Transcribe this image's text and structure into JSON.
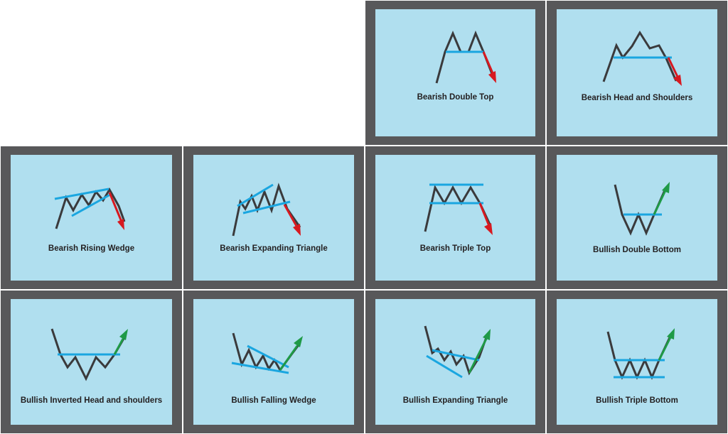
{
  "colors": {
    "frame": "#58585a",
    "panel": "#b0dfef",
    "price_line": "#3a3a3c",
    "support_line": "#1aa6e0",
    "bearish_arrow": "#d71920",
    "bullish_arrow": "#1f9a47",
    "label": "#231f20"
  },
  "patterns": [
    {
      "id": "bearish-double-top",
      "label": "Bearish Double Top",
      "direction": "bearish"
    },
    {
      "id": "bearish-head-and-shoulders",
      "label": "Bearish Head and Shoulders",
      "direction": "bearish"
    },
    {
      "id": "bearish-rising-wedge",
      "label": "Bearish Rising Wedge",
      "direction": "bearish"
    },
    {
      "id": "bearish-expanding-triangle",
      "label": "Bearish Expanding Triangle",
      "direction": "bearish"
    },
    {
      "id": "bearish-triple-top",
      "label": "Bearish Triple Top",
      "direction": "bearish"
    },
    {
      "id": "bullish-double-bottom",
      "label": "Bullish Double Bottom",
      "direction": "bullish"
    },
    {
      "id": "bullish-inverted-head-and-shoulders",
      "label": "Bullish Inverted Head and shoulders",
      "direction": "bullish"
    },
    {
      "id": "bullish-falling-wedge",
      "label": "Bullish Falling Wedge",
      "direction": "bullish"
    },
    {
      "id": "bullish-expanding-triangle",
      "label": "Bullish Expanding Triangle",
      "direction": "bullish"
    },
    {
      "id": "bullish-triple-bottom",
      "label": "Bullish Triple Bottom",
      "direction": "bullish"
    }
  ]
}
